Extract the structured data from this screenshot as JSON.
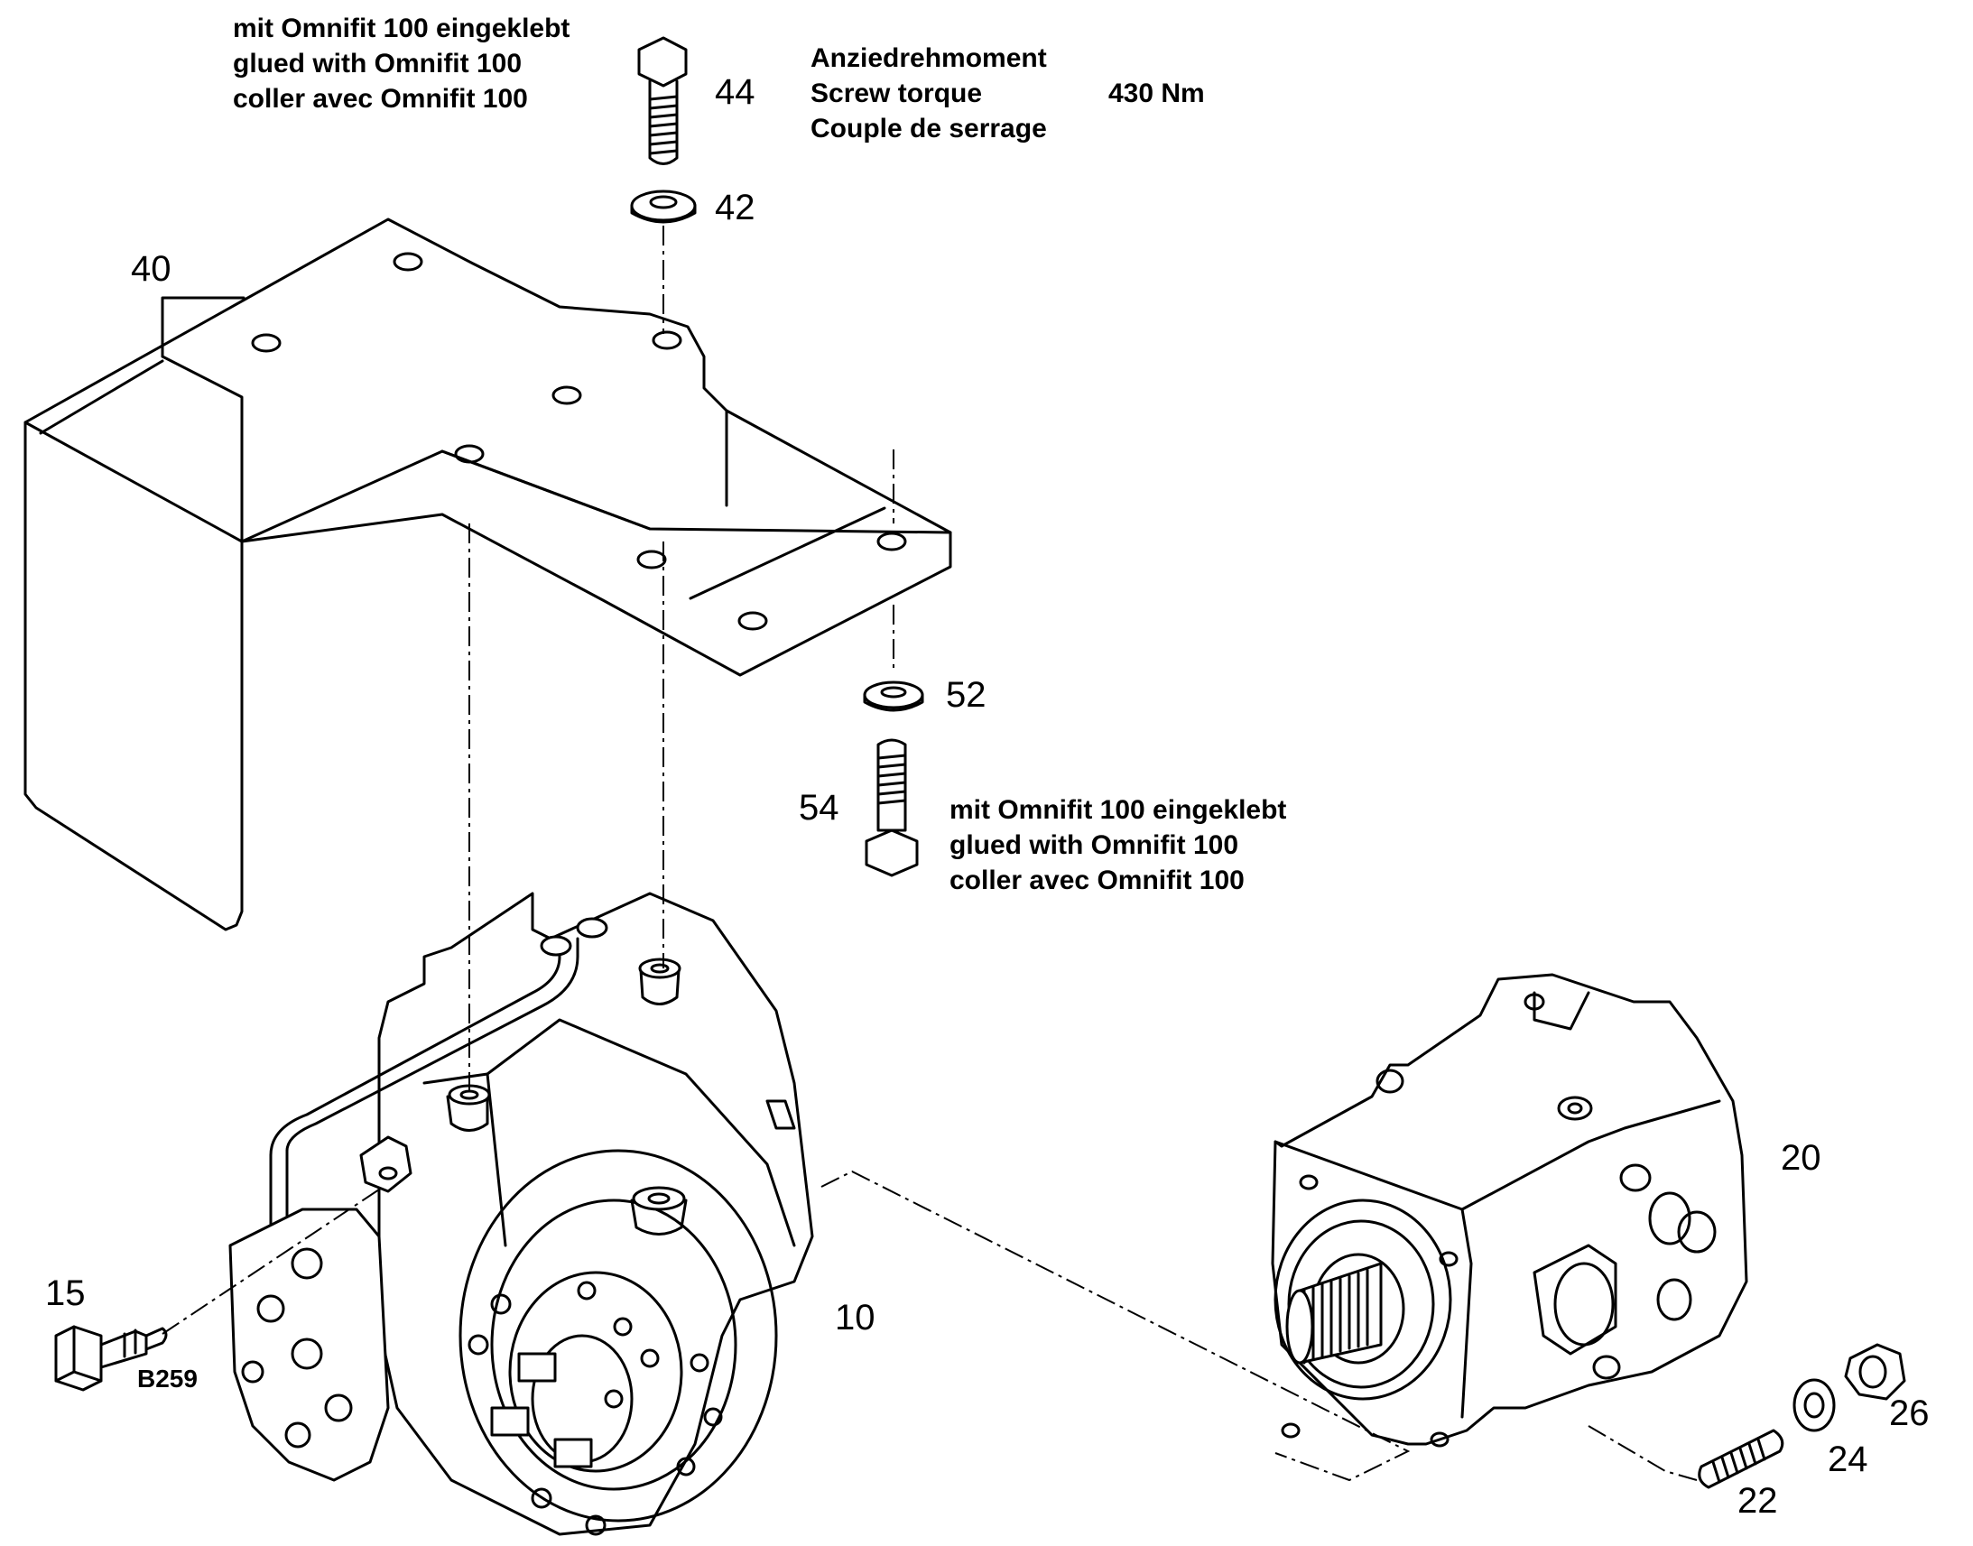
{
  "notes": {
    "top_glue": [
      "mit Omnifit 100 eingeklebt",
      "glued with Omnifit 100",
      "coller avec Omnifit 100"
    ],
    "torque": [
      "Anziedrehmoment",
      "Screw torque",
      "Couple de serrage"
    ],
    "torque_value": "430 Nm",
    "bottom_glue": [
      "mit Omnifit 100 eingeklebt",
      "glued with Omnifit 100",
      "coller avec Omnifit 100"
    ]
  },
  "parts": {
    "p10": "10",
    "p15": "15",
    "p20": "20",
    "p22": "22",
    "p24": "24",
    "p26": "26",
    "p40": "40",
    "p42": "42",
    "p44": "44",
    "p52": "52",
    "p54": "54"
  },
  "sensor_code": "B259"
}
